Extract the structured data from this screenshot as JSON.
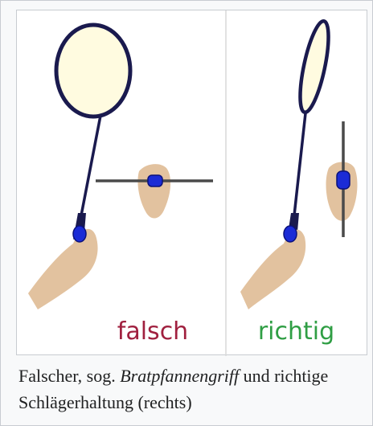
{
  "figure": {
    "label_wrong": "falsch",
    "label_right": "richtig",
    "colors": {
      "wrong": "#a0203f",
      "right": "#2f9e44",
      "racket_frame": "#1a1a4e",
      "racket_face": "#fffbe0",
      "hand": "#e2c29f",
      "grip": "#1b2bd6"
    }
  },
  "caption": {
    "part1": "Falscher, sog. ",
    "part2": "Bratpfannengriff",
    "part3": " und richtige Schlägerhaltung (rechts)"
  }
}
